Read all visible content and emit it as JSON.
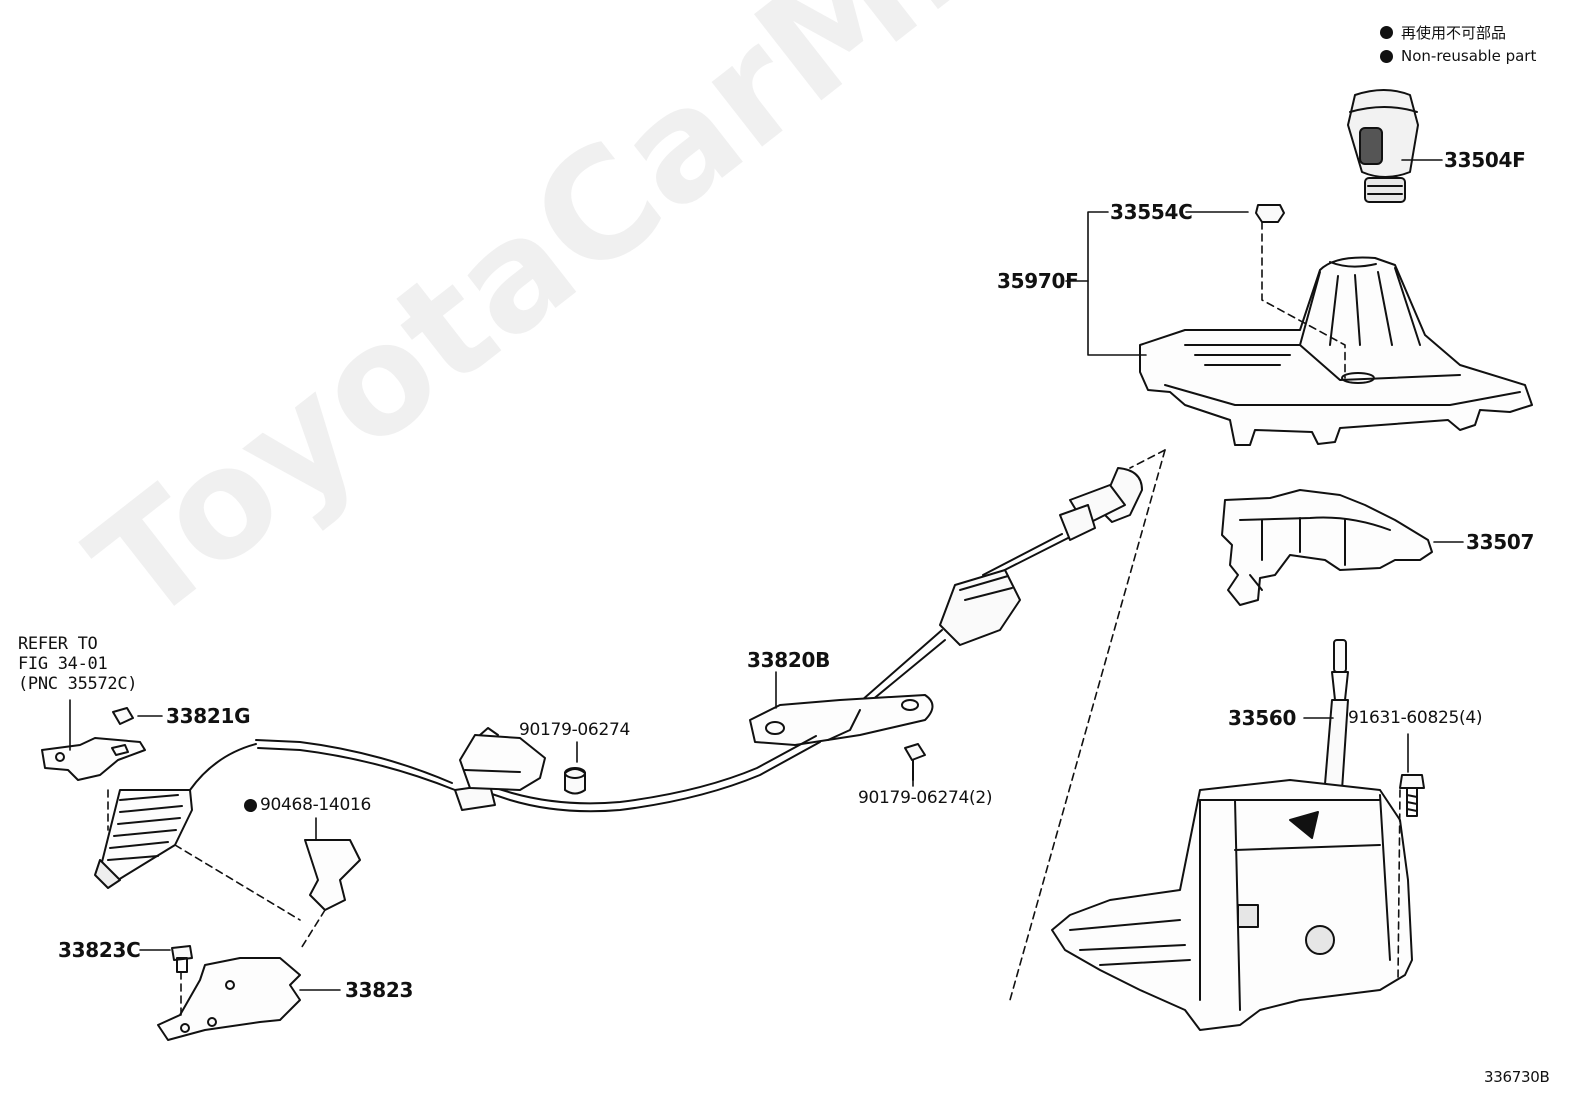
{
  "legend": [
    {
      "text": "再使用不可部品"
    },
    {
      "text": "Non-reusable part"
    }
  ],
  "watermark": "ToyotaCarMine.ru",
  "figure_code": "336730B",
  "refer_note": [
    "REFER TO",
    "FIG 34-01",
    "(PNC 35572C)"
  ],
  "parts": {
    "p33504F": "33504F",
    "p33554C": "33554C",
    "p35970F": "35970F",
    "p33507": "33507",
    "p33820B": "33820B",
    "p33560": "33560",
    "p91631": "91631-60825(4)",
    "p90179a": "90179-06274",
    "p90179b": "90179-06274(2)",
    "p33821G": "33821G",
    "p90468": "90468-14016",
    "p33823C": "33823C",
    "p33823": "33823"
  },
  "colors": {
    "ink": "#111111",
    "watermark": "#000000"
  }
}
